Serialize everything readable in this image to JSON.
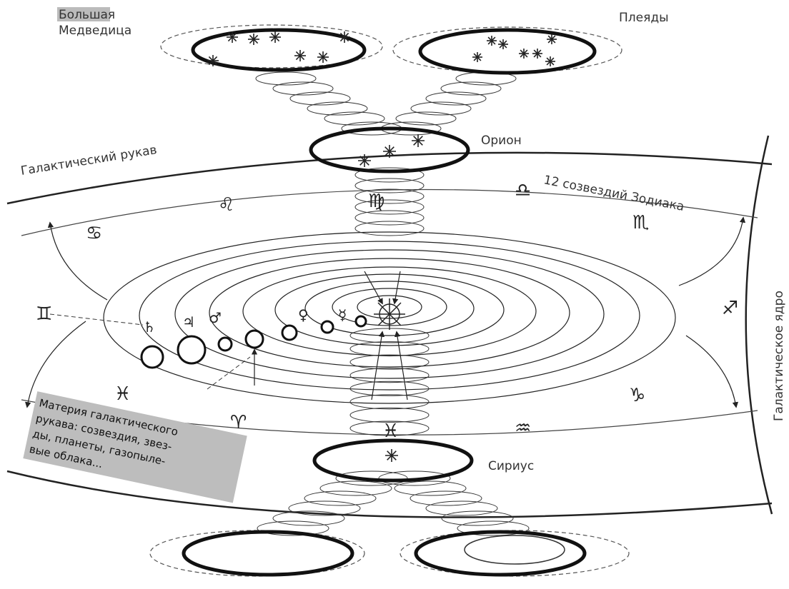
{
  "labels": {
    "ursa_major_line1": "Большая",
    "ursa_major_line2": "Медведица",
    "pleiades": "Плеяды",
    "orion": "Орион",
    "galactic_arm": "Галактический рукав",
    "zodiac": "12 созвездий Зодиака",
    "galactic_core": "Галактическое ядро",
    "sirius": "Сириус"
  },
  "note_lines": [
    "Материя галактического",
    "рукава: созвездия, звез-",
    "ды, планеты, газопыле-",
    "вые облака..."
  ],
  "zodiac_signs": {
    "cancer": "♋",
    "leo": "♌",
    "virgo": "♍",
    "libra": "♎",
    "scorpio": "♏",
    "gemini": "♊",
    "sagittarius": "♐",
    "pisces": "♓",
    "capricorn": "♑",
    "aries": "♈",
    "aquarius": "♒",
    "pisces_center": "♓"
  },
  "planet_signs": {
    "saturn": "♄",
    "jupiter": "♃",
    "mars": "♂",
    "venus": "♀",
    "mercury": "☿"
  },
  "icons": [
    "star-icon",
    "sun-icon",
    "arrow-icon"
  ]
}
